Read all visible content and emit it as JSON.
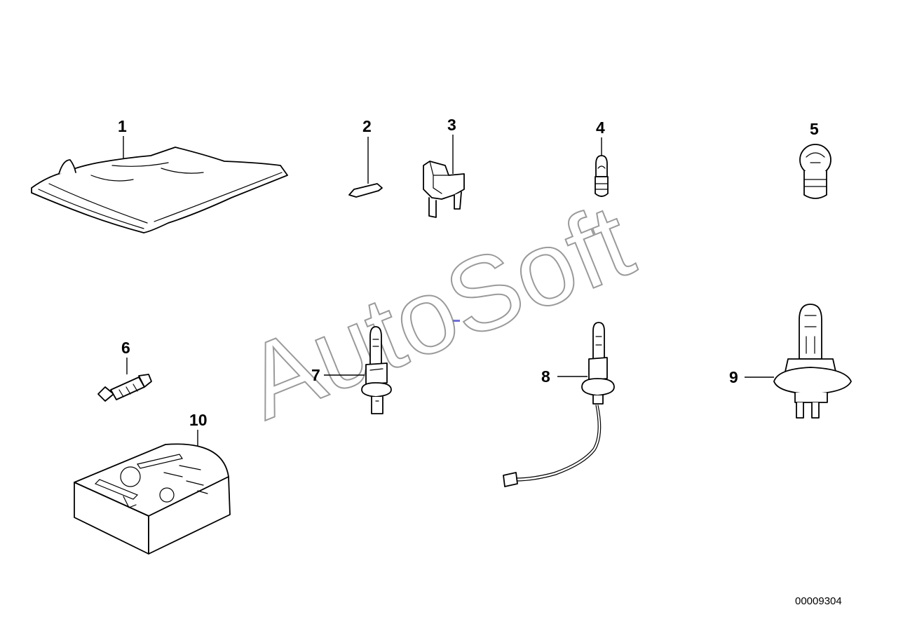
{
  "watermark": "AutoSoft",
  "document_number": "00009304",
  "callouts": [
    "1",
    "2",
    "3",
    "4",
    "5",
    "6",
    "7",
    "8",
    "9",
    "10"
  ],
  "icons": {
    "p1": "cloth-bag-icon",
    "p2": "tube-fuse-icon",
    "p3": "blade-fuse-icon",
    "p4": "small-bulb-icon",
    "p5": "ball-bulb-icon",
    "p6": "festoon-bulb-icon",
    "p7": "h1-bulb-icon",
    "p8": "h3-bulb-with-cable-icon",
    "p9": "h4-bulb-icon",
    "p10": "spare-bulb-box-icon"
  }
}
